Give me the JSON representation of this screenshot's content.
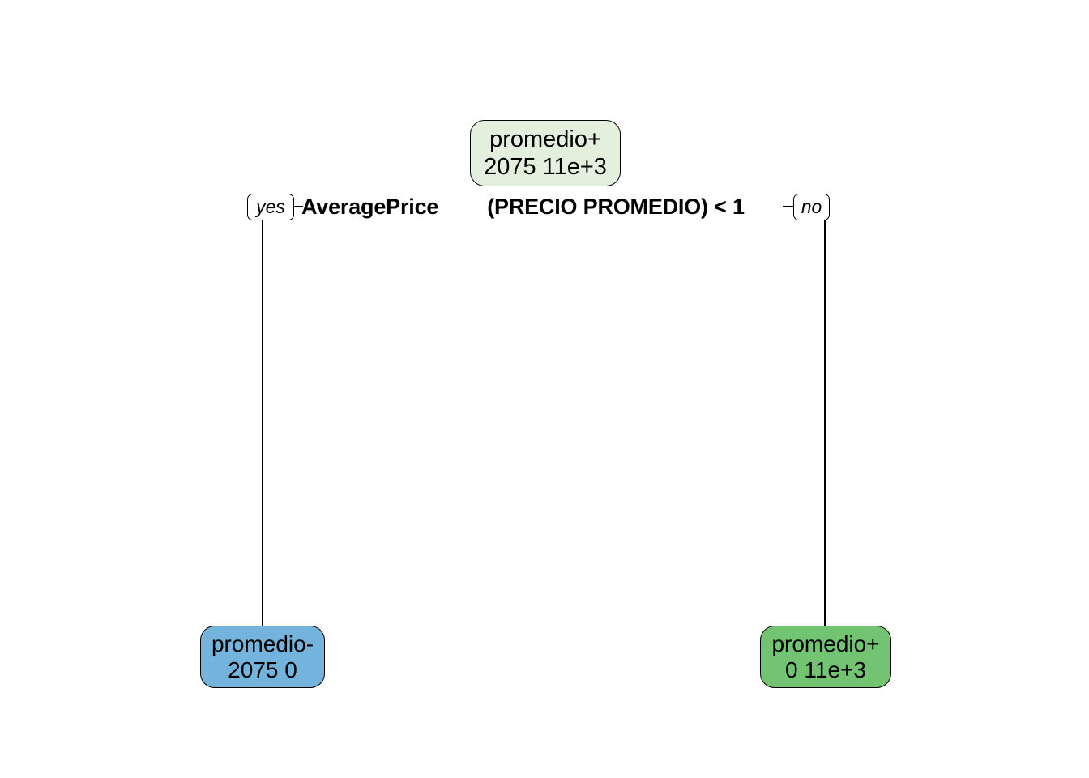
{
  "diagram": {
    "type": "decision-tree",
    "background_color": "#ffffff"
  },
  "root": {
    "line1": "promedio+",
    "line2": "2075  11e+3",
    "fill_color": "#e3f0de"
  },
  "split": {
    "feature": "AveragePrice",
    "gap": " ",
    "condition": "(PRECIO PROMEDIO) < 1",
    "yes_label": "yes",
    "no_label": "no"
  },
  "leaves": [
    {
      "id": "left",
      "line1": "promedio-",
      "line2": "2075  0",
      "fill_color": "#74b4dc"
    },
    {
      "id": "right",
      "line1": "promedio+",
      "line2": "0  11e+3",
      "fill_color": "#72c472"
    }
  ]
}
